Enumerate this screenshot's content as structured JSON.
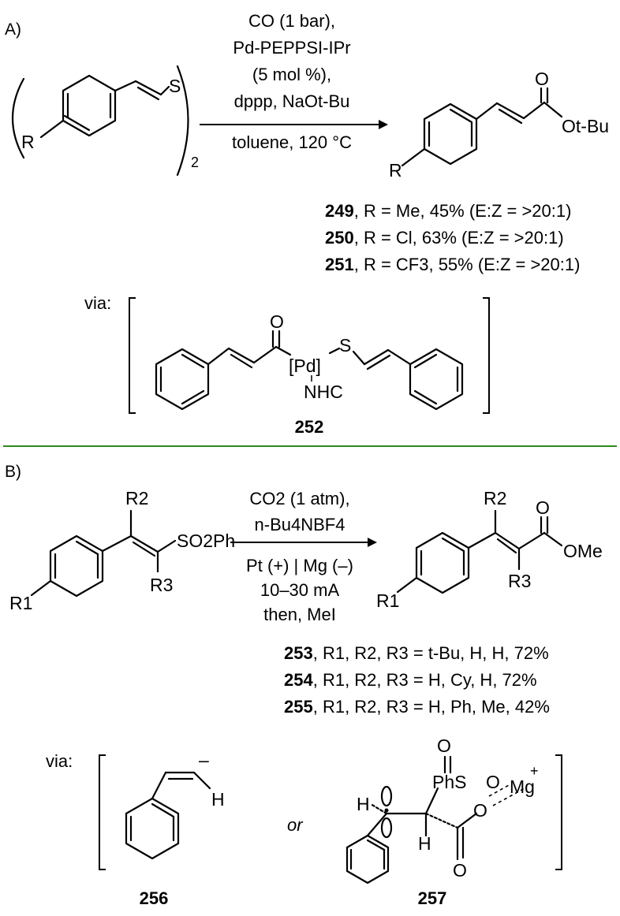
{
  "panel_a": {
    "label": "A)",
    "conditions_above": [
      "CO (1 bar),",
      "Pd-PEPPSI-IPr",
      "(5 mol %),",
      "dppp, NaOt-Bu"
    ],
    "conditions_below": "toluene, 120 °C",
    "reactant_atoms": {
      "r": "R",
      "s": "S",
      "mult": "2"
    },
    "product_atoms": {
      "o": "O",
      "ester": "Ot-Bu",
      "r": "R"
    },
    "results": [
      {
        "id": "249",
        "text": ", R = Me, 45% (E:Z = >20:1)"
      },
      {
        "id": "250",
        "text": ", R = Cl, 63% (E:Z = >20:1)"
      },
      {
        "id": "251",
        "text": ", R = CF3, 55% (E:Z = >20:1)"
      }
    ],
    "via_label": "via:",
    "intermediate": {
      "o": "O",
      "pd": "[Pd]",
      "s": "S",
      "nhc": "NHC",
      "id": "252"
    }
  },
  "panel_b": {
    "label": "B)",
    "conditions_above": [
      "CO2 (1 atm),",
      "n-Bu4NBF4"
    ],
    "conditions_below": [
      "Pt (+) | Mg (–)",
      "10–30 mA",
      "then, MeI"
    ],
    "reactant_atoms": {
      "r1": "R1",
      "r2": "R2",
      "r3": "R3",
      "so2ph": "SO2Ph"
    },
    "product_atoms": {
      "r1": "R1",
      "r2": "R2",
      "r3": "R3",
      "o": "O",
      "ome": "OMe"
    },
    "results": [
      {
        "id": "253",
        "text": ", R1, R2, R3 = t-Bu, H, H, 72%"
      },
      {
        "id": "254",
        "text": ", R1, R2, R3 = H, Cy, H, 72%"
      },
      {
        "id": "255",
        "text": ", R1, R2, R3 = H, Ph, Me, 42%"
      }
    ],
    "via_label": "via:",
    "or_label": "or",
    "int1": {
      "charge": "–",
      "h": "H",
      "id": "256"
    },
    "int2": {
      "o_top": "O",
      "phs": "PhS",
      "o_link": "O",
      "mg": "Mg",
      "charge": "+",
      "h1": "H",
      "h2": "H",
      "o_ester": "O",
      "o_bottom": "O",
      "id": "257"
    }
  },
  "colors": {
    "divider": "#2e8b1e",
    "ink": "#000000"
  }
}
